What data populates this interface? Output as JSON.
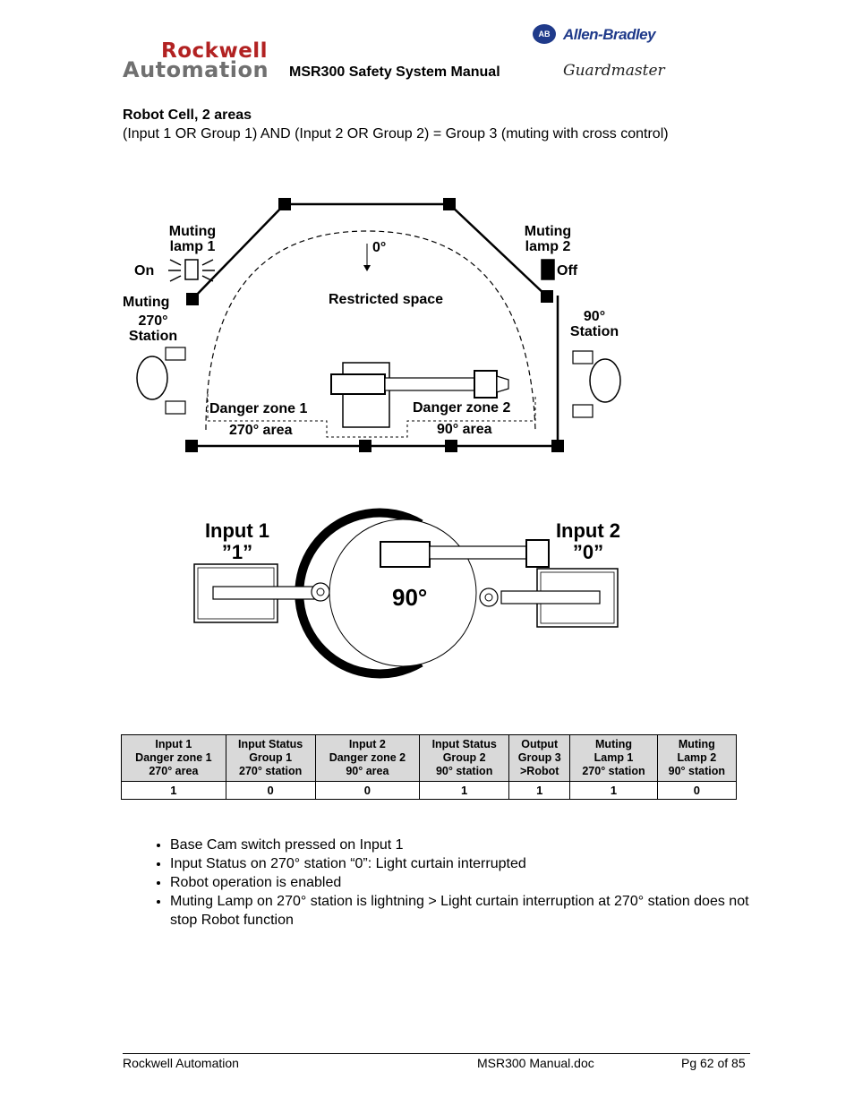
{
  "header": {
    "logo_line1": "Rockwell",
    "logo_line2": "Automation",
    "title": "MSR300 Safety System Manual",
    "ab_badge": "AB",
    "ab_brand": "Allen-Bradley",
    "gm_brand": "Guardmaster"
  },
  "section": {
    "title": "Robot Cell, 2 areas",
    "subtitle": "(Input 1 OR Group 1) AND (Input 2 OR Group 2) = Group 3 (muting with cross control)"
  },
  "diagram1": {
    "muting_lamp_1": "Muting\nlamp 1",
    "muting_lamp_2": "Muting\nlamp 2",
    "on_label": "On",
    "off_label": "Off",
    "muting_label": "Muting",
    "station_270": "270°\nStation",
    "station_90": "90°\nStation",
    "zero_deg": "0°",
    "restricted": "Restricted space",
    "danger_zone_1": "Danger zone 1",
    "danger_zone_2": "Danger zone 2",
    "area_270": "270° area",
    "area_90": "90° area"
  },
  "diagram2": {
    "input1": "Input 1",
    "input1_val": "”1”",
    "input2": "Input 2",
    "input2_val": "”0”",
    "angle": "90°"
  },
  "table": {
    "headers": [
      [
        "Input 1",
        "Danger zone 1",
        "270° area"
      ],
      [
        "Input Status",
        "Group 1",
        "270° station"
      ],
      [
        "Input 2",
        "Danger zone 2",
        "90° area"
      ],
      [
        "Input Status",
        "Group 2",
        "90° station"
      ],
      [
        "Output",
        "Group 3",
        ">Robot"
      ],
      [
        "Muting",
        "Lamp 1",
        "270° station"
      ],
      [
        "Muting",
        "Lamp 2",
        "90° station"
      ]
    ],
    "values": [
      "1",
      "0",
      "0",
      "1",
      "1",
      "1",
      "0"
    ],
    "header_bg": "#d9d9d9"
  },
  "notes": [
    "Base Cam switch pressed on Input 1",
    "Input Status on 270° station “0”: Light curtain interrupted",
    "Robot operation is enabled",
    "Muting Lamp on 270° station is lightning > Light curtain interruption at 270° station does not stop Robot function"
  ],
  "footer": {
    "left": "Rockwell Automation",
    "center": "MSR300 Manual.doc",
    "right": "Pg 62 of 85"
  },
  "colors": {
    "rockwell_red": "#b22222",
    "rockwell_grey": "#707070",
    "ab_blue": "#1f3a8a"
  }
}
